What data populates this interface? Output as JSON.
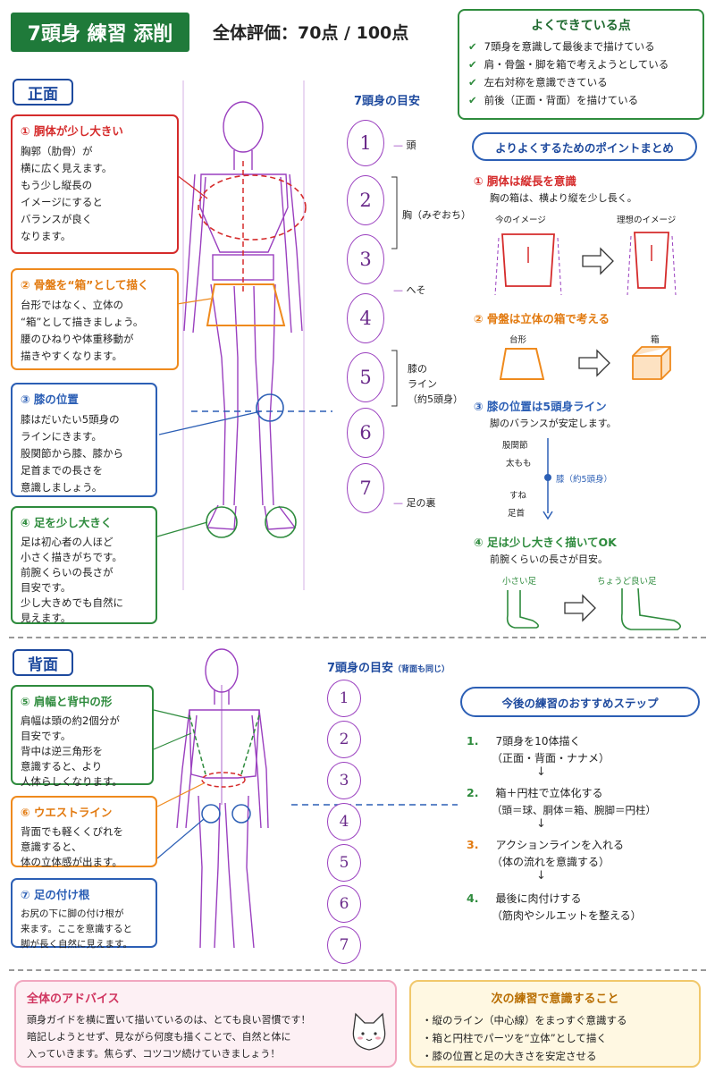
{
  "header": {
    "title": "7頭身 練習 添削",
    "score": "全体評価：70点 / 100点"
  },
  "good_points": {
    "title": "よくできている点",
    "items": [
      "7頭身を意識して最後まで描けている",
      "肩・骨盤・脚を箱で考えようとしている",
      "左右対称を意識できている",
      "前後（正面・背面）を描けている"
    ]
  },
  "front": {
    "tag": "正面",
    "comments": [
      {
        "title": "① 胴体が少し大きい",
        "lines": [
          "胸郭（肋骨）が",
          "横に広く見えます。",
          "もう少し縦長の",
          "イメージにすると",
          "バランスが良く",
          "なります。"
        ]
      },
      {
        "title": "② 骨盤を“箱”として描く",
        "lines": [
          "台形ではなく、立体の",
          "“箱”として描きましょう。",
          "腰のひねりや体重移動が",
          "描きやすくなります。"
        ]
      },
      {
        "title": "③ 膝の位置",
        "lines": [
          "膝はだいたい5頭身の",
          "ラインにきます。",
          "股関節から膝、膝から",
          "足首までの長さを",
          "意識しましょう。"
        ]
      },
      {
        "title": "④ 足を少し大きく",
        "lines": [
          "足は初心者の人ほど",
          "小さく描きがちです。",
          "前腕くらいの長さが",
          "目安です。",
          "少し大きめでも自然に",
          "見えます。"
        ]
      }
    ],
    "guide": {
      "title": "7頭身の目安",
      "numbers": [
        "1",
        "2",
        "3",
        "4",
        "5",
        "6",
        "7"
      ],
      "labels": {
        "head": "頭",
        "chest": "胸（みぞおち）",
        "navel": "へそ",
        "knee_1": "膝の",
        "knee_2": "ライン",
        "knee_3": "（約5頭身）",
        "sole": "足の裏"
      }
    }
  },
  "points": {
    "header": "よりよくするためのポイントまとめ",
    "p1": {
      "title": "① 胴体は縦長を意識",
      "text": "胸の箱は、横より縦を少し長く。",
      "now": "今のイメージ",
      "ideal": "理想のイメージ"
    },
    "p2": {
      "title": "② 骨盤は立体の箱で考える",
      "trap": "台形",
      "box": "箱"
    },
    "p3": {
      "title": "③ 膝の位置は5頭身ライン",
      "text": "脚のバランスが安定します。",
      "hip": "股関節",
      "thigh": "太もも",
      "knee": "膝（約5頭身）",
      "shin": "すね",
      "ankle": "足首"
    },
    "p4": {
      "title": "④ 足は少し大きく描いてOK",
      "text": "前腕くらいの長さが目安。",
      "small": "小さい足",
      "good": "ちょうど良い足"
    }
  },
  "back": {
    "tag": "背面",
    "guide_title": "7頭身の目安",
    "guide_note": "（背面も同じ）",
    "numbers": [
      "1",
      "2",
      "3",
      "4",
      "5",
      "6",
      "7"
    ],
    "comments": [
      {
        "title": "⑤ 肩幅と背中の形",
        "lines": [
          "肩幅は頭の約2個分が",
          "目安です。",
          "背中は逆三角形を",
          "意識すると、より",
          "人体らしくなります。"
        ]
      },
      {
        "title": "⑥ ウエストライン",
        "lines": [
          "背面でも軽くくびれを",
          "意識すると、",
          "体の立体感が出ます。"
        ]
      },
      {
        "title": "⑦ 足の付け根",
        "lines": [
          "お尻の下に脚の付け根が",
          "来ます。ここを意識すると",
          "脚が長く自然に見えます。"
        ]
      }
    ]
  },
  "steps": {
    "header": "今後の練習のおすすめステップ",
    "items": [
      {
        "num": "1.",
        "l1": "7頭身を10体描く",
        "l2": "（正面・背面・ナナメ）",
        "color": "#2e8b3d"
      },
      {
        "num": "2.",
        "l1": "箱＋円柱で立体化する",
        "l2": "（頭＝球、胴体＝箱、腕脚＝円柱）",
        "color": "#2e8b3d"
      },
      {
        "num": "3.",
        "l1": "アクションラインを入れる",
        "l2": "（体の流れを意識する）",
        "color": "#e27a10"
      },
      {
        "num": "4.",
        "l1": "最後に肉付けする",
        "l2": "（筋肉やシルエットを整える）",
        "color": "#2e8b3d"
      }
    ]
  },
  "advice": {
    "title": "全体のアドバイス",
    "lines": [
      "頭身ガイドを横に置いて描いているのは、とても良い習慣です！",
      "暗記しようとせず、見ながら何度も描くことで、自然と体に",
      "入っていきます。焦らず、コツコツ続けていきましょう！"
    ]
  },
  "next": {
    "title": "次の練習で意識すること",
    "items": [
      "・縦のライン（中心線）をまっすぐ意識する",
      "・箱と円柱でパーツを“立体”として描く",
      "・膝の位置と足の大きさを安定させる"
    ]
  },
  "colors": {
    "green": "#2e8b3d",
    "red": "#d52b2b",
    "orange": "#ef8a1d",
    "blue": "#2c5fb5",
    "purple": "#9a3fbf"
  }
}
